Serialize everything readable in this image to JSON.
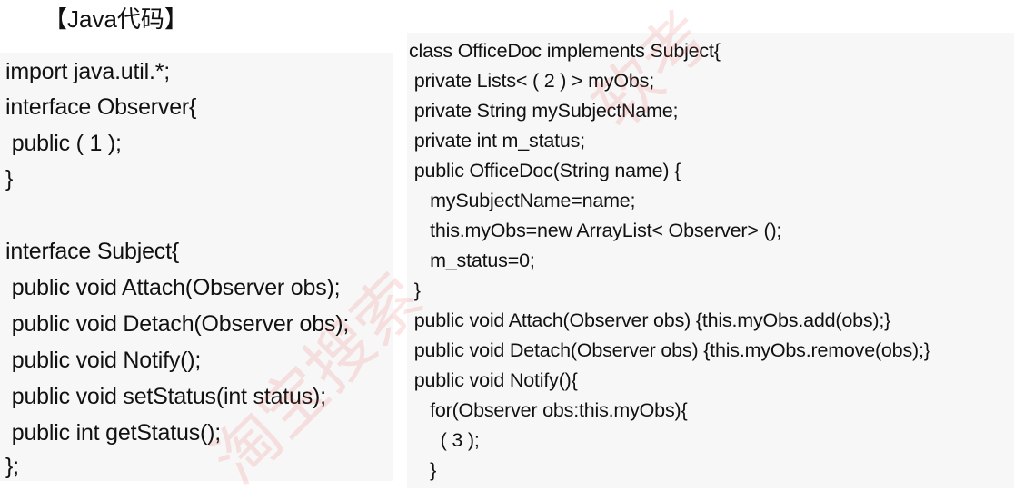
{
  "heading": "【Java代码】",
  "left_code": [
    "import java.util.*;",
    "interface Observer{",
    " public ( 1 );",
    "}",
    "",
    "interface Subject{",
    " public void Attach(Observer obs);",
    " public void Detach(Observer obs);",
    " public void Notify();",
    " public void setStatus(int status);",
    " public int getStatus();",
    "};"
  ],
  "right_code": [
    "class OfficeDoc implements Subject{",
    " private Lists< ( 2 ) > myObs;",
    " private String mySubjectName;",
    " private int m_status;",
    " public OfficeDoc(String name) {",
    "    mySubjectName=name;",
    "    this.myObs=new ArrayList< Observer> ();",
    "    m_status=0;",
    " }",
    " public void Attach(Observer obs) {this.myObs.add(obs);}",
    " public void Detach(Observer obs) {this.myObs.remove(obs);}",
    " public void Notify(){",
    "    for(Observer obs:this.myObs){",
    "      ( 3 );",
    "    }"
  ],
  "watermarks": [
    "淘宝搜索",
    "软考"
  ],
  "colors": {
    "panel_bg": "#f7f7f7",
    "text": "#111111",
    "watermark": "#e85050"
  }
}
